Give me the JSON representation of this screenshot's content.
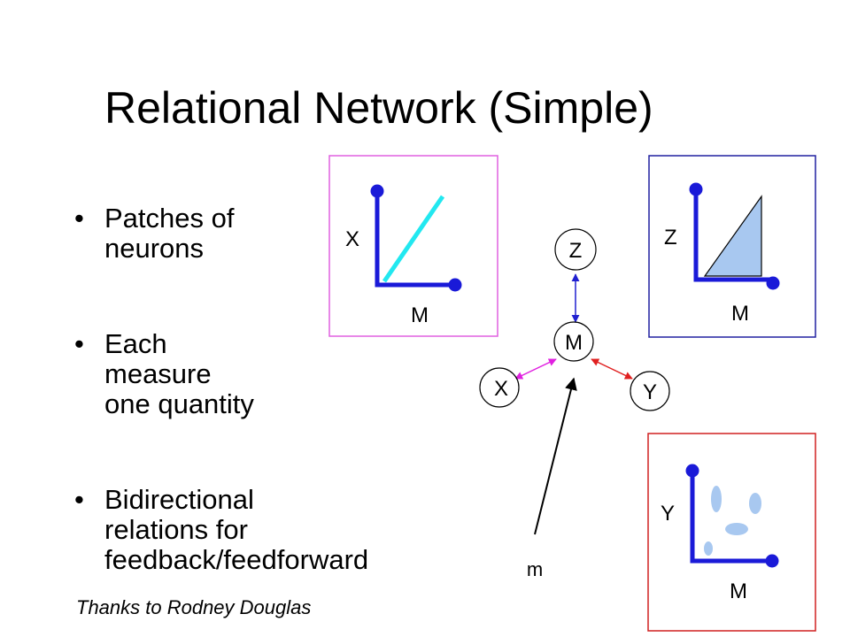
{
  "title": "Relational Network (Simple)",
  "bullets": [
    {
      "lines": "Patches of\nneurons"
    },
    {
      "lines": "Each\nmeasure\none quantity"
    },
    {
      "lines": "Bidirectional\nrelations for\nfeedback/feedforward"
    }
  ],
  "credit": "Thanks to Rodney Douglas",
  "network": {
    "nodes": {
      "z": "Z",
      "m": "M",
      "x": "X",
      "y": "Y"
    },
    "input_label": "m"
  },
  "panels": {
    "xm": {
      "y_axis": "X",
      "x_axis": "M",
      "border_color": "#e060e0",
      "line_color": "#22e8f0"
    },
    "zm": {
      "y_axis": "Z",
      "x_axis": "M",
      "border_color": "#2020a0",
      "fill_color": "#a8c8f0"
    },
    "ym": {
      "y_axis": "Y",
      "x_axis": "M",
      "border_color": "#d02020",
      "blob_color": "#a8c8f0"
    }
  },
  "colors": {
    "axis": "#1a1ad8",
    "link_zm": "#2020d0",
    "link_xm": "#e020e0",
    "link_ym": "#e02020"
  }
}
